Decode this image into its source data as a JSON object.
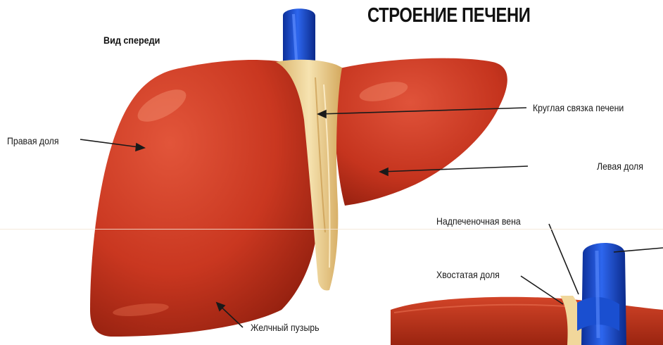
{
  "title": "СТРОЕНИЕ ПЕЧЕНИ",
  "subtitle": "Вид спереди",
  "labels": {
    "right_lobe": "Правая доля",
    "round_ligament": "Круглая связка печени",
    "left_lobe": "Левая доля",
    "hepatic_vein": "Надпеченочная вена",
    "caudate_lobe": "Хвостатая доля",
    "gallbladder": "Желчный пузырь"
  },
  "colors": {
    "liver": "#c8321e",
    "liver_dark": "#8e1a0c",
    "ligament": "#f1d79b",
    "vein": "#1448c8",
    "gallbladder": "#4f5a38"
  }
}
